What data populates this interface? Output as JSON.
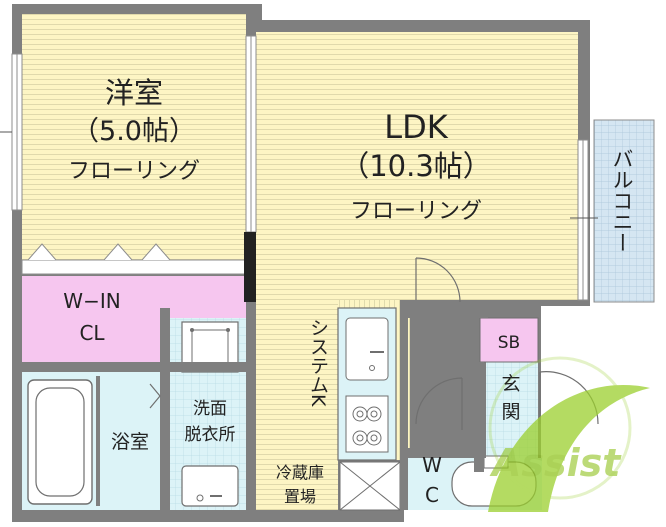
{
  "rooms": {
    "western_room": {
      "name": "洋室",
      "size": "（5.0帖）",
      "floor": "フローリング"
    },
    "ldk": {
      "name": "LDK",
      "size": "（10.3帖）",
      "floor": "フローリング"
    },
    "balcony": {
      "label": "バルコニー"
    },
    "walk_in_closet": {
      "line1": "W−IN",
      "line2": "CL"
    },
    "bathroom": {
      "label": "浴室"
    },
    "washroom": {
      "line1": "洗面",
      "line2": "脱衣所"
    },
    "kitchen": {
      "label": "システムK"
    },
    "fridge": {
      "line1": "冷蔵庫",
      "line2": "置場"
    },
    "shoebox": {
      "label": "SB"
    },
    "entrance": {
      "line1": "玄",
      "line2": "関"
    },
    "toilet": {
      "line1": "W",
      "line2": "C"
    }
  },
  "watermark": {
    "text": "Assist"
  },
  "colors": {
    "western_room_fill": "#fdf5c4",
    "ldk_fill": "#fdf5c4",
    "closet_fill": "#f6c6ef",
    "wet_area_fill": "#dcf3f7",
    "balcony_fill": "#d5e6f2",
    "wall": "#7f7f7f",
    "stripe": "#c9c9a8",
    "watermark": "#9bcf2e"
  }
}
